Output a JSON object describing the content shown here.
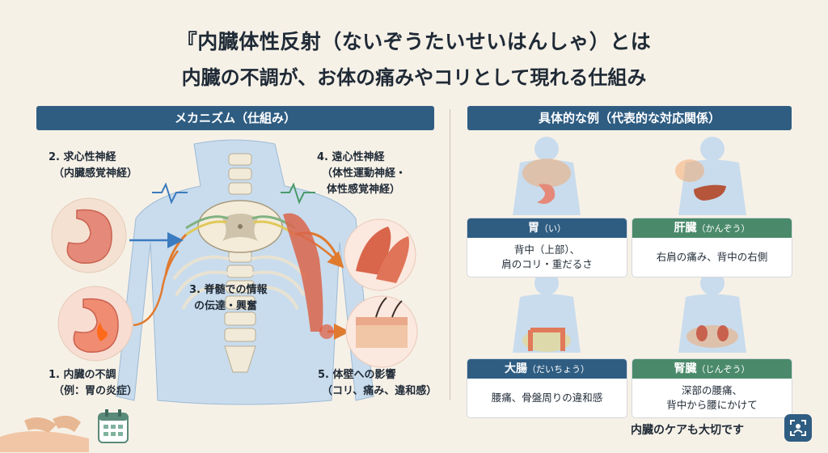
{
  "title": {
    "line1": "『内臓体性反射（ないぞうたいせいはんしゃ）とは",
    "line2": "内臓の不調が、お体の痛みやコリとして現れる仕組み"
  },
  "mechanism": {
    "header": "メカニズム（仕組み）",
    "label_afferent": "2. 求心性神経",
    "label_afferent_sub": "（内臓感覚神経）",
    "label_efferent": "4. 遠心性神経",
    "label_efferent_sub1": "（体性運動神経・",
    "label_efferent_sub2": "体性感覚神経）",
    "label_spinal1": "3. 脊髄での情報",
    "label_spinal2": "の伝達・興奮",
    "label_organ": "1. 内臓の不調",
    "label_organ_sub": "（例：胃の炎症）",
    "label_body": "5. 体壁への影響",
    "label_body_sub": "（コリ、痛み、違和感）"
  },
  "examples": {
    "header": "具体的な例（代表的な対応関係）",
    "cards": [
      {
        "organ": "胃",
        "reading": "（い）",
        "desc1": "背中（上部）、",
        "desc2": "肩のコリ・重だるさ",
        "color": "#2f5d82"
      },
      {
        "organ": "肝臓",
        "reading": "（かんぞう）",
        "desc1": "右肩の痛み、背中の右側",
        "desc2": "",
        "color": "#4a8a6a"
      },
      {
        "organ": "大腸",
        "reading": "（だいちょう）",
        "desc1": "腰痛、骨盤周りの違和感",
        "desc2": "",
        "color": "#2f5d82"
      },
      {
        "organ": "腎臓",
        "reading": "（じんぞう）",
        "desc1": "深部の腰痛、",
        "desc2": "背中から腰にかけて",
        "color": "#4a8a6a"
      }
    ]
  },
  "footer": {
    "text": "内臓のケアも大切です"
  },
  "colors": {
    "navy": "#2f5d82",
    "green": "#4a8a6a",
    "nerve_orange": "#e07a2e",
    "nerve_blue": "#3b7bbf",
    "body_blue": "#c9dced",
    "muscle": "#d9654a"
  },
  "icons": [
    "calendar-icon",
    "scan-icon",
    "pulse-wave-icon",
    "fire-icon"
  ]
}
